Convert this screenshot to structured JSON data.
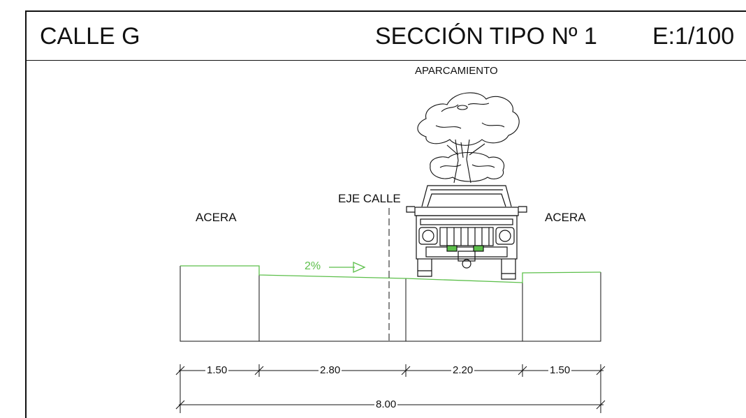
{
  "header": {
    "street": "CALLE G",
    "section": "SECCIÓN TIPO Nº 1",
    "scale": "E:1/100"
  },
  "labels": {
    "parking": "APARCAMIENTO",
    "axis": "EJE CALLE",
    "sidewalk_left": "ACERA",
    "sidewalk_right": "ACERA",
    "slope": "2%"
  },
  "dimensions": {
    "sidewalk_left": "1.50",
    "lane": "2.80",
    "parking": "2.20",
    "sidewalk_right": "1.50",
    "total": "8.00"
  },
  "colors": {
    "line": "#111111",
    "slope_green": "#5cbf4a"
  },
  "icons": [
    "tree-icon",
    "car-icon",
    "slope-arrow-icon"
  ]
}
